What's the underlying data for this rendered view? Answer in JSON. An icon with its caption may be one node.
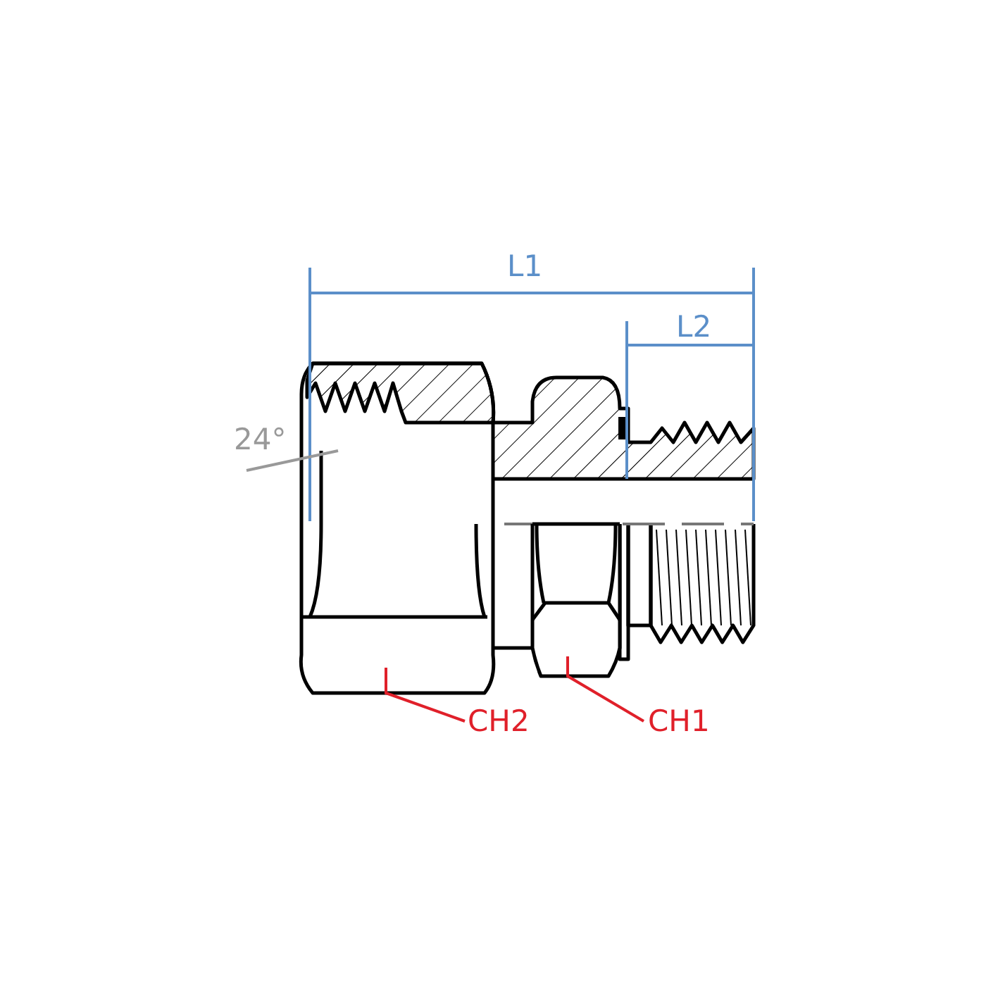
{
  "diagram": {
    "nodes": [
      {
        "text": [
          "CH2"
        ]
      },
      {
        "text": [],
        "shape": "picture"
      },
      {
        "text": [
          "CH1"
        ]
      },
      {
        "text": [],
        "shape": "picture"
      }
    ],
    "edges": [
      {
        "from": 0,
        "to": 1,
        "arrow": "none"
      },
      {
        "from": 2,
        "to": 3,
        "arrow": "none"
      }
    ],
    "labels": [
      "L1",
      "L2",
      "24°"
    ]
  }
}
